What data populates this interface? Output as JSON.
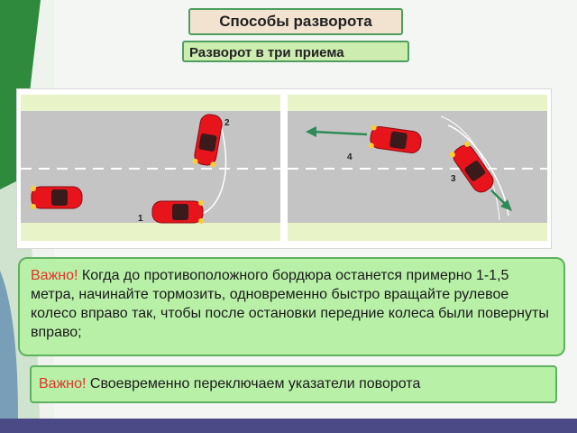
{
  "header": {
    "title": "Способы разворота",
    "subtitle": "Разворот в три приема"
  },
  "diagram": {
    "step_labels": [
      "1",
      "2",
      "3",
      "4"
    ]
  },
  "notes": [
    {
      "warning": "Важно!",
      "text": " Когда до противоположного бордюра останется примерно 1-1,5 метра, начинайте тормозить, одновременно быстро вращайте рулевое колесо вправо так, чтобы после остановки передние колеса были повернуты вправо;"
    },
    {
      "warning": "Важно!",
      "text": " Своевременно переключаем указатели поворота"
    }
  ],
  "colors": {
    "road": "#c4c4c4",
    "road_edge": "#e9f3c8",
    "car": "#e8141c",
    "arrow": "#2e8b57",
    "note_bg": "#b8f0a8",
    "warning": "#e4332a"
  }
}
